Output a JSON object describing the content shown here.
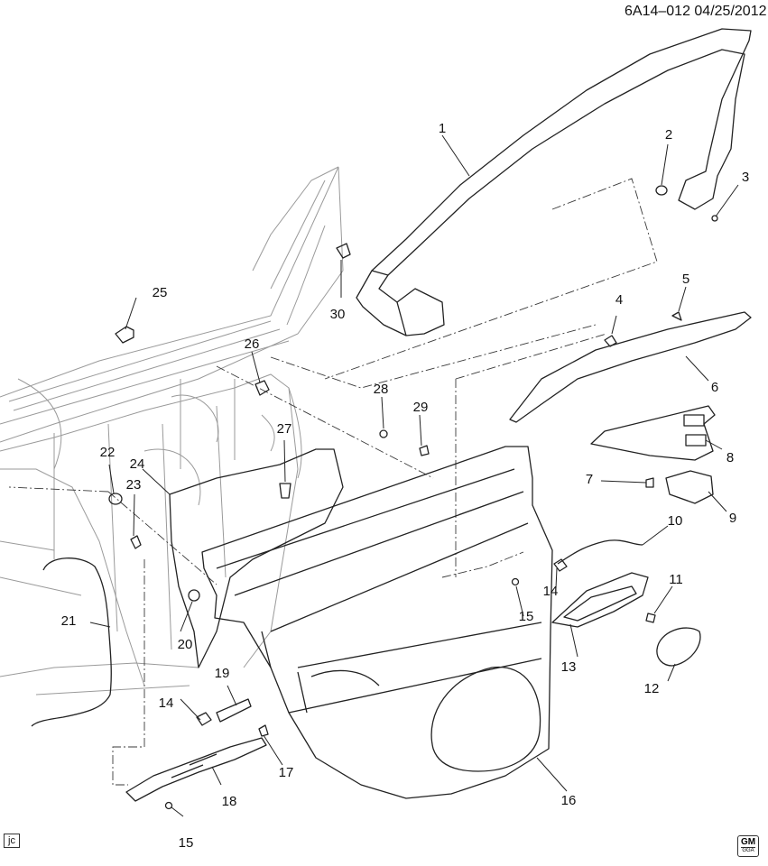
{
  "header": {
    "reference": "6A14–012  04/25/2012"
  },
  "footer": {
    "artist_initials": "jc",
    "logo_top": "GM",
    "logo_bottom": "GGA"
  },
  "callouts": [
    "1",
    "2",
    "3",
    "4",
    "5",
    "6",
    "7",
    "8",
    "9",
    "10",
    "11",
    "12",
    "13",
    "14",
    "14",
    "15",
    "15",
    "16",
    "17",
    "18",
    "19",
    "20",
    "21",
    "22",
    "23",
    "24",
    "25",
    "26",
    "27",
    "28",
    "29",
    "30"
  ],
  "colors": {
    "ink": "#111111",
    "line": "#3a3a3a",
    "light_line": "#9a9a9a"
  }
}
